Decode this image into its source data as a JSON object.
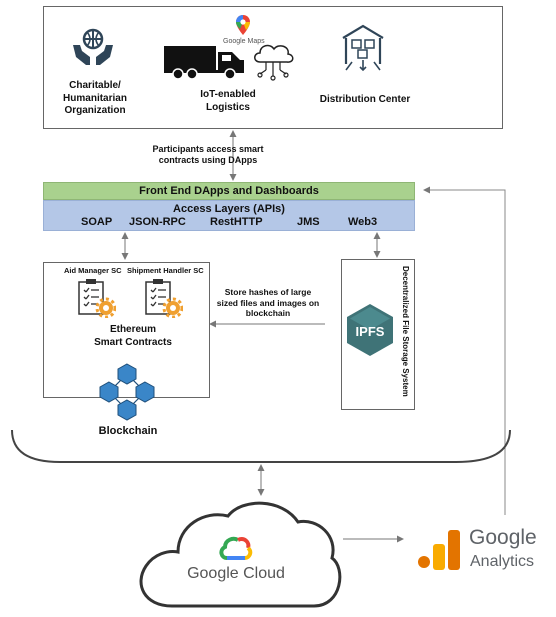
{
  "participants": {
    "charitable": "Charitable/\nHumanitarian\nOrganization",
    "logistics": "IoT-enabled\nLogistics",
    "distribution": "Distribution Center",
    "google_maps": "Google Maps"
  },
  "access_note": "Participants access smart\ncontracts using DApps",
  "frontend_bar": "Front End DApps and Dashboards",
  "access_layers": {
    "title": "Access Layers (APIs)",
    "apis": [
      "SOAP",
      "JSON-RPC",
      "RestHTTP",
      "JMS",
      "Web3"
    ]
  },
  "contracts": {
    "aid_manager": "Aid Manager SC",
    "shipment_handler": "Shipment Handler SC",
    "ethereum": "Ethereum\nSmart Contracts",
    "blockchain": "Blockchain"
  },
  "ipfs": {
    "logo": "IPFS",
    "vertical_label": "Decentralized File Storage System"
  },
  "store_note": "Store hashes of large\nsized files and images on\nblockchain",
  "cloud": {
    "label": "Google Cloud"
  },
  "analytics": {
    "brand": "Google",
    "product": "Analytics"
  },
  "colors": {
    "frontend_bar": "#a9d18e",
    "access_layers": "#b4c7e7",
    "ipfs": "#3f7377",
    "gear": "#f0a030",
    "blockchain_blue": "#3a86c8",
    "analytics_orange": "#f9ab00",
    "analytics_dark": "#e37400"
  }
}
